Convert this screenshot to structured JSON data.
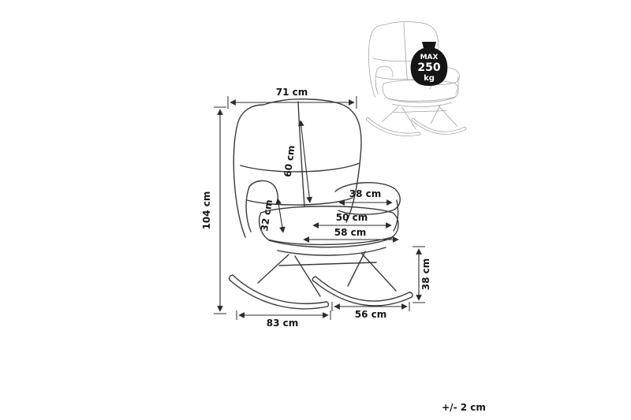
{
  "diagram": {
    "dims": {
      "top_width": "71 cm",
      "total_height": "104 cm",
      "backrest_height": "60 cm",
      "seat_height": "32 cm",
      "armrest_depth": "38 cm",
      "seat_width": "50 cm",
      "seat_total_width": "58 cm",
      "base_height": "38 cm",
      "base_depth": "56 cm",
      "rocker_length": "83 cm"
    },
    "max_load_badge": {
      "line1": "MAX",
      "line2": "250",
      "line3": "kg"
    },
    "tolerance_note": "+/- 2 cm",
    "colors": {
      "main_lines": "#3a3a3a",
      "thumbnail_lines": "#a0a0a0",
      "dimension_lines": "#2b2b2b",
      "badge_background": "#151515",
      "badge_text": "#ffffff",
      "background": "#ffffff"
    }
  }
}
